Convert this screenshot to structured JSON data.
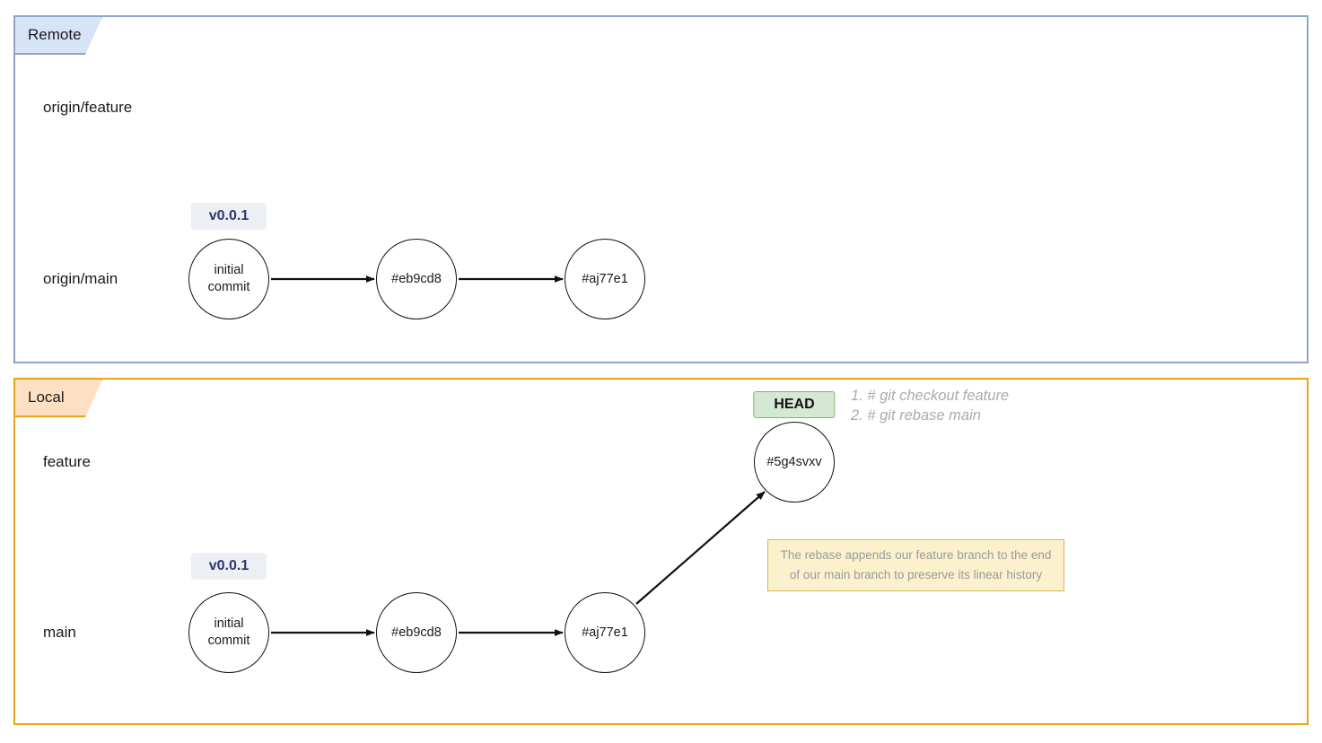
{
  "zones": [
    {
      "id": "remote",
      "tab_label": "Remote",
      "border_color": "#8ba5cc",
      "tab_fill": "#d7e4f7",
      "rows": [
        {
          "label": "origin/feature",
          "commits": []
        },
        {
          "label": "origin/main",
          "commits": [
            {
              "id": "initial-commit",
              "label": "initial\ncommit",
              "tag": "v0.0.1"
            },
            {
              "id": "eb9cd8",
              "label": "#eb9cd8"
            },
            {
              "id": "aj77e1",
              "label": "#aj77e1"
            }
          ]
        }
      ]
    },
    {
      "id": "local",
      "tab_label": "Local",
      "border_color": "#e8a317",
      "tab_fill": "#fde0c3",
      "rows": [
        {
          "label": "feature",
          "commits": [
            {
              "id": "5g4svxv",
              "label": "#5g4svxv",
              "badge": "HEAD"
            }
          ]
        },
        {
          "label": "main",
          "commits": [
            {
              "id": "initial-commit",
              "label": "initial\ncommit",
              "tag": "v0.0.1"
            },
            {
              "id": "eb9cd8",
              "label": "#eb9cd8"
            },
            {
              "id": "aj77e1",
              "label": "#aj77e1"
            }
          ]
        }
      ]
    }
  ],
  "labels": {
    "remote_tab": "Remote",
    "local_tab": "Local",
    "origin_feature": "origin/feature",
    "origin_main": "origin/main",
    "feature": "feature",
    "main": "main"
  },
  "commits": {
    "remote_initial_line1": "initial",
    "remote_initial_line2": "commit",
    "remote_eb9cd8": "#eb9cd8",
    "remote_aj77e1": "#aj77e1",
    "local_initial_line1": "initial",
    "local_initial_line2": "commit",
    "local_eb9cd8": "#eb9cd8",
    "local_aj77e1": "#aj77e1",
    "local_5g4svxv": "#5g4svxv"
  },
  "tags": {
    "remote_version": "v0.0.1",
    "local_version": "v0.0.1",
    "head_badge": "HEAD"
  },
  "commands": {
    "line1": "1. # git checkout feature",
    "line2": "2. # git rebase main"
  },
  "note": {
    "line1": "The rebase appends our feature branch to the end",
    "line2": "of our main branch to preserve its linear history"
  },
  "colors": {
    "remote_border": "#8ba5cc",
    "remote_tab_fill": "#d7e4f7",
    "local_border": "#e8a317",
    "local_tab_fill": "#fde0c3",
    "version_tag_fill": "#eceff4",
    "version_tag_text": "#2b3a67",
    "head_fill": "#d5e8d4",
    "head_border": "#82b366",
    "note_fill": "#fbf2cd",
    "note_border": "#d6b656",
    "note_text": "#9b9b9b",
    "command_text": "#ababab",
    "node_stroke": "#111111"
  }
}
